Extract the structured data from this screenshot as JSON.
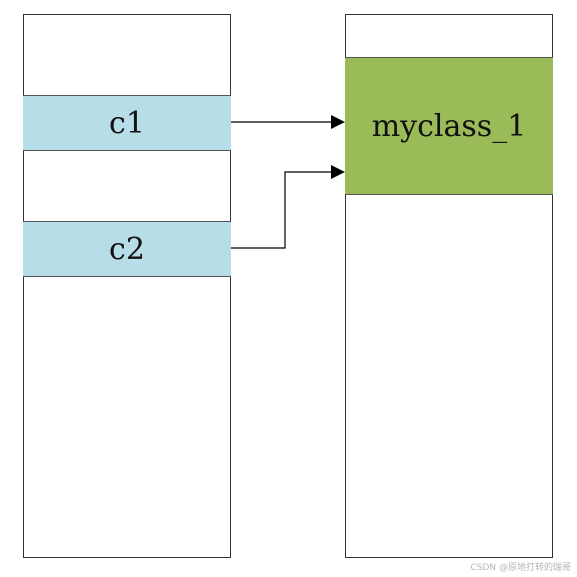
{
  "stack": {
    "cells": [
      {
        "label": "c1"
      },
      {
        "label": "c2"
      }
    ]
  },
  "heap": {
    "object": {
      "label": "myclass_1"
    }
  },
  "watermark": "CSDN @原地打转的瑞哥",
  "colors": {
    "variable_cell": "#b7dde8",
    "object_cell": "#9bbb59",
    "border": "#333333",
    "arrow": "#000000"
  }
}
